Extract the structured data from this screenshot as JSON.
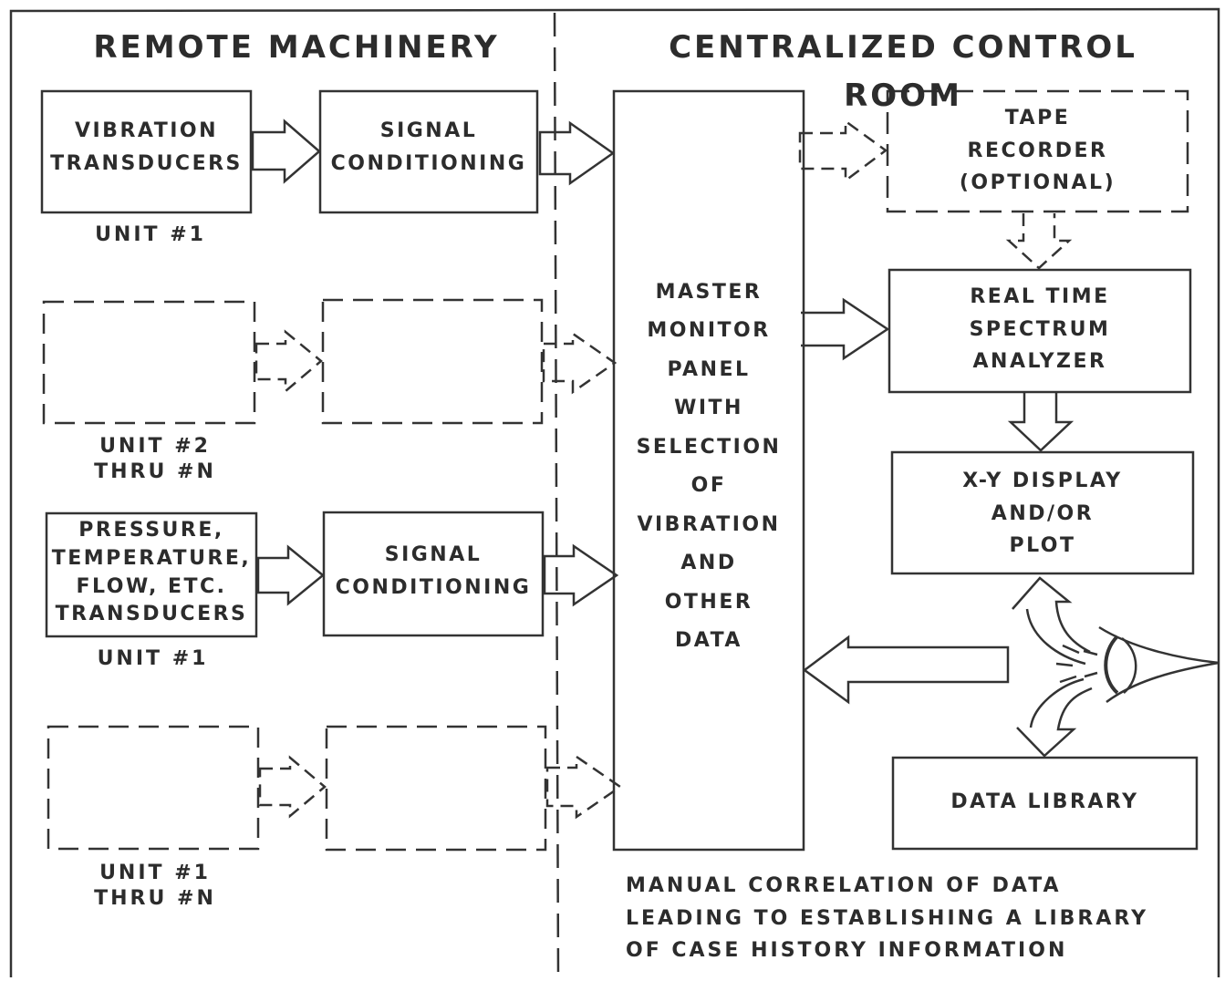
{
  "headers": {
    "left": "REMOTE MACHINERY",
    "right": "CENTRALIZED CONTROL ROOM"
  },
  "left_column": {
    "vibration_box": "VIBRATION\nTRANSDUCERS",
    "signal_top": "SIGNAL\nCONDITIONING",
    "unit1_top": "UNIT #1",
    "unit2": "UNIT #2\nTHRU #N",
    "pressure_box": "PRESSURE,\nTEMPERATURE,\nFLOW, ETC.\nTRANSDUCERS",
    "signal_bottom": "SIGNAL\nCONDITIONING",
    "unit1_mid": "UNIT #1",
    "unit1_thru": "UNIT #1\nTHRU #N"
  },
  "center": {
    "master_panel": "MASTER\nMONITOR\nPANEL\nWITH\nSELECTION\nOF\nVIBRATION\nAND\nOTHER\nDATA"
  },
  "right_column": {
    "tape": "TAPE\nRECORDER\n(OPTIONAL)",
    "analyzer": "REAL TIME\nSPECTRUM\nANALYZER",
    "xy": "X-Y DISPLAY\nAND/OR\nPLOT",
    "library": "DATA LIBRARY"
  },
  "note": "MANUAL CORRELATION OF DATA\nLEADING TO ESTABLISHING A LIBRARY\nOF CASE HISTORY INFORMATION"
}
